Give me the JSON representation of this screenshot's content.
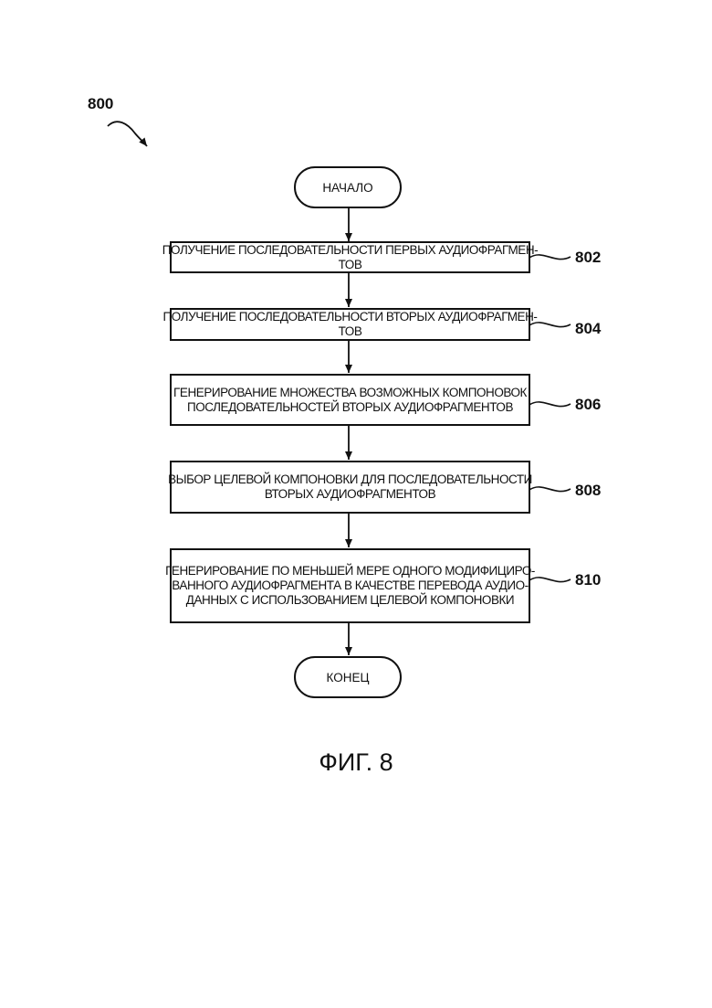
{
  "figure_number": "800",
  "start_label": "НАЧАЛО",
  "end_label": "КОНЕЦ",
  "steps": [
    {
      "ref": "802",
      "lines": [
        "ПОЛУЧЕНИЕ ПОСЛЕДОВАТЕЛЬНОСТИ ПЕРВЫХ АУДИОФРАГМЕН-",
        "ТОВ"
      ]
    },
    {
      "ref": "804",
      "lines": [
        "ПОЛУЧЕНИЕ ПОСЛЕДОВАТЕЛЬНОСТИ ВТОРЫХ АУДИОФРАГМЕН-",
        "ТОВ"
      ]
    },
    {
      "ref": "806",
      "lines": [
        "ГЕНЕРИРОВАНИЕ МНОЖЕСТВА ВОЗМОЖНЫХ КОМПОНОВОК",
        "ПОСЛЕДОВАТЕЛЬНОСТЕЙ ВТОРЫХ АУДИОФРАГМЕНТОВ"
      ]
    },
    {
      "ref": "808",
      "lines": [
        "ВЫБОР ЦЕЛЕВОЙ КОМПОНОВКИ ДЛЯ ПОСЛЕДОВАТЕЛЬНОСТИ",
        "ВТОРЫХ АУДИОФРАГМЕНТОВ"
      ]
    },
    {
      "ref": "810",
      "lines": [
        "ГЕНЕРИРОВАНИЕ ПО МЕНЬШЕЙ МЕРЕ ОДНОГО МОДИФИЦИРО-",
        "ВАННОГО АУДИОФРАГМЕНТА В КАЧЕСТВЕ ПЕРЕВОДА АУДИО-",
        "ДАННЫХ С ИСПОЛЬЗОВАНИЕМ ЦЕЛЕВОЙ КОМПОНОВКИ"
      ]
    }
  ],
  "caption": "ФИГ. 8"
}
